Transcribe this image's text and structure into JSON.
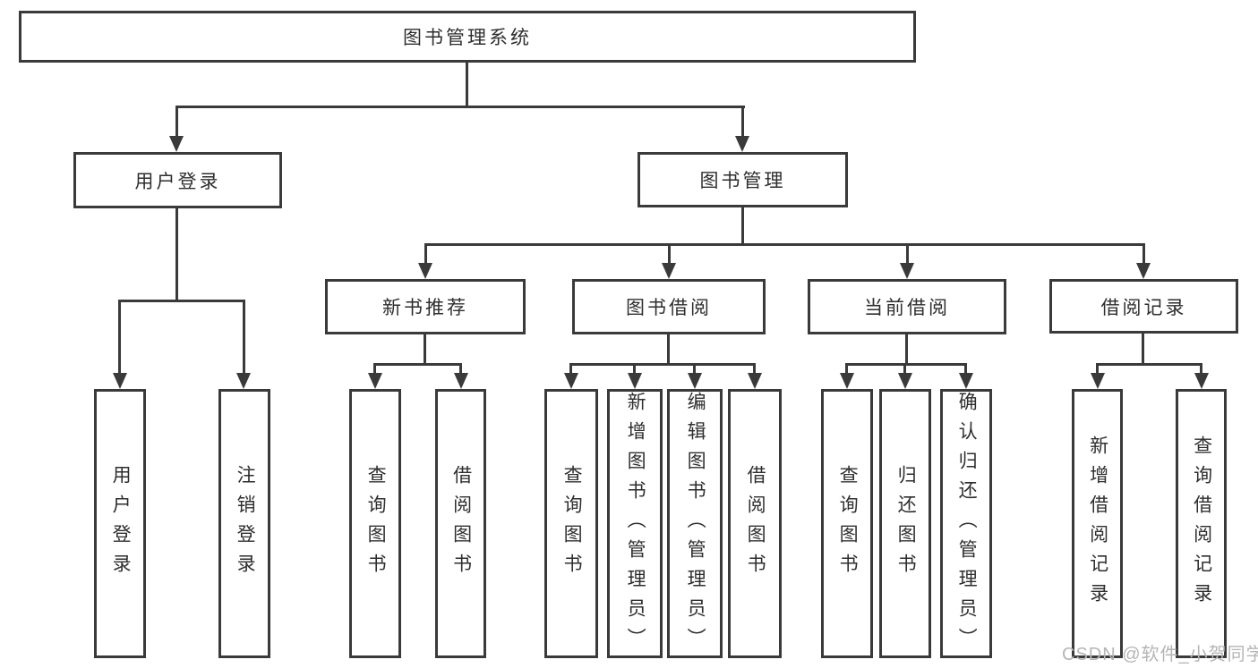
{
  "diagram_type": "hierarchy-tree",
  "tree": {
    "label": "图书管理系统",
    "children": [
      {
        "label": "用户登录",
        "children": [
          {
            "label": "用户登录"
          },
          {
            "label": "注销登录"
          }
        ]
      },
      {
        "label": "图书管理",
        "children": [
          {
            "label": "新书推荐",
            "children": [
              {
                "label": "查询图书"
              },
              {
                "label": "借阅图书"
              }
            ]
          },
          {
            "label": "图书借阅",
            "children": [
              {
                "label": "查询图书"
              },
              {
                "label": "新增图书（管理员）"
              },
              {
                "label": "编辑图书（管理员）"
              },
              {
                "label": "借阅图书"
              }
            ]
          },
          {
            "label": "当前借阅",
            "children": [
              {
                "label": "查询图书"
              },
              {
                "label": "归还图书"
              },
              {
                "label": "确认归还（管理员）"
              }
            ]
          },
          {
            "label": "借阅记录",
            "children": [
              {
                "label": "新增借阅记录"
              },
              {
                "label": "查询借阅记录"
              }
            ]
          }
        ]
      }
    ]
  },
  "watermark": {
    "text": "CSDN @软件_小贺同学"
  },
  "colors": {
    "line": "#3a3a3a",
    "box_border": "#3a3a3a",
    "text": "#2e2e2e",
    "background": "#ffffff",
    "watermark": "#b5b5b5"
  }
}
